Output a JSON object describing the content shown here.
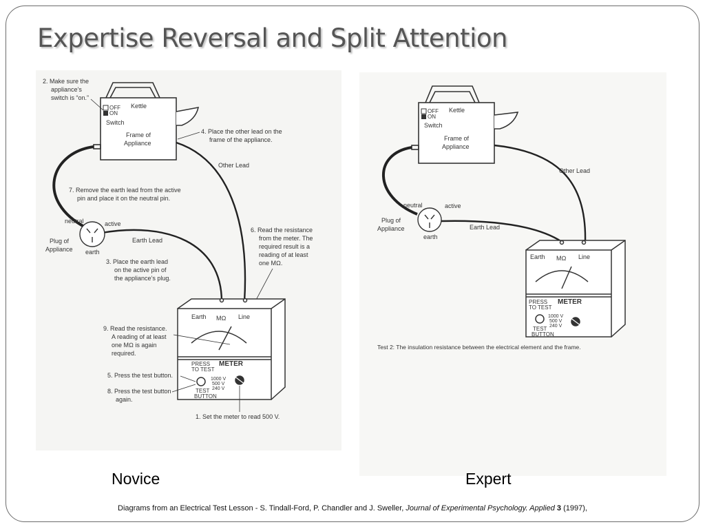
{
  "slide": {
    "title": "Expertise Reversal and Split Attention",
    "colors": {
      "title": "#555555",
      "frame": "#6b6b6b",
      "ink": "#333333"
    }
  },
  "novice": {
    "caption": "Novice",
    "step2": [
      "2. Make sure the",
      "appliance’s",
      "switch is “on.”"
    ],
    "off": "OFF",
    "on": "ON",
    "kettle": "Kettle",
    "switch": "Switch",
    "frame": [
      "Frame of",
      "Appliance"
    ],
    "step4": [
      "4. Place the other lead on the",
      "frame of the appliance."
    ],
    "other_lead": "Other Lead",
    "step7": [
      "7. Remove the earth lead from the active",
      "pin and place it on the neutral pin."
    ],
    "neutral": "neutral",
    "active": "active",
    "plug": [
      "Plug of",
      "Appliance"
    ],
    "earth": "earth",
    "earth_lead": "Earth Lead",
    "step3": [
      "3. Place the earth lead",
      "on the active pin of",
      "the appliance’s plug."
    ],
    "step6": [
      "6. Read the resistance",
      "from the meter. The",
      "required result is a",
      "reading of at least",
      "one MΩ."
    ],
    "meter_earth": "Earth",
    "meter_line": "Line",
    "meter_unit": "MΩ",
    "step9": [
      "9. Read the resistance.",
      "A reading of at least",
      "one MΩ is again",
      "required."
    ],
    "press_to_test": [
      "PRESS",
      "TO TEST"
    ],
    "meter": "METER",
    "step5": "5. Press the test button.",
    "step8": [
      "8. Press the test button",
      "again."
    ],
    "volts": [
      "1000 V",
      "500 V",
      "240 V"
    ],
    "test_button": [
      "TEST",
      "BUTTON"
    ],
    "step1": "1. Set the meter to read 500 V."
  },
  "expert": {
    "caption": "Expert",
    "off": "OFF",
    "on": "ON",
    "kettle": "Kettle",
    "switch": "Switch",
    "frame": [
      "Frame of",
      "Appliance"
    ],
    "other_lead": "Other Lead",
    "neutral": "neutral",
    "active": "active",
    "plug": [
      "Plug of",
      "Appliance"
    ],
    "earth": "earth",
    "earth_lead": "Earth Lead",
    "meter_earth": "Earth",
    "meter_line": "Line",
    "meter_unit": "MΩ",
    "press_to_test": [
      "PRESS",
      "TO TEST"
    ],
    "meter": "METER",
    "volts": [
      "1000 V",
      "500 V",
      "240 V"
    ],
    "test_button": [
      "TEST",
      "BUTTON"
    ],
    "test2": "Test 2: The insulation resistance between the electrical element and the frame."
  },
  "footer": {
    "text": "Diagrams from an Electrical Test Lesson - S. Tindall-Ford, P. Chandler and J. Sweller, ",
    "journal": "Journal of Experimental Psychology. Applied",
    "volume": "3",
    "year": " (1997),"
  }
}
